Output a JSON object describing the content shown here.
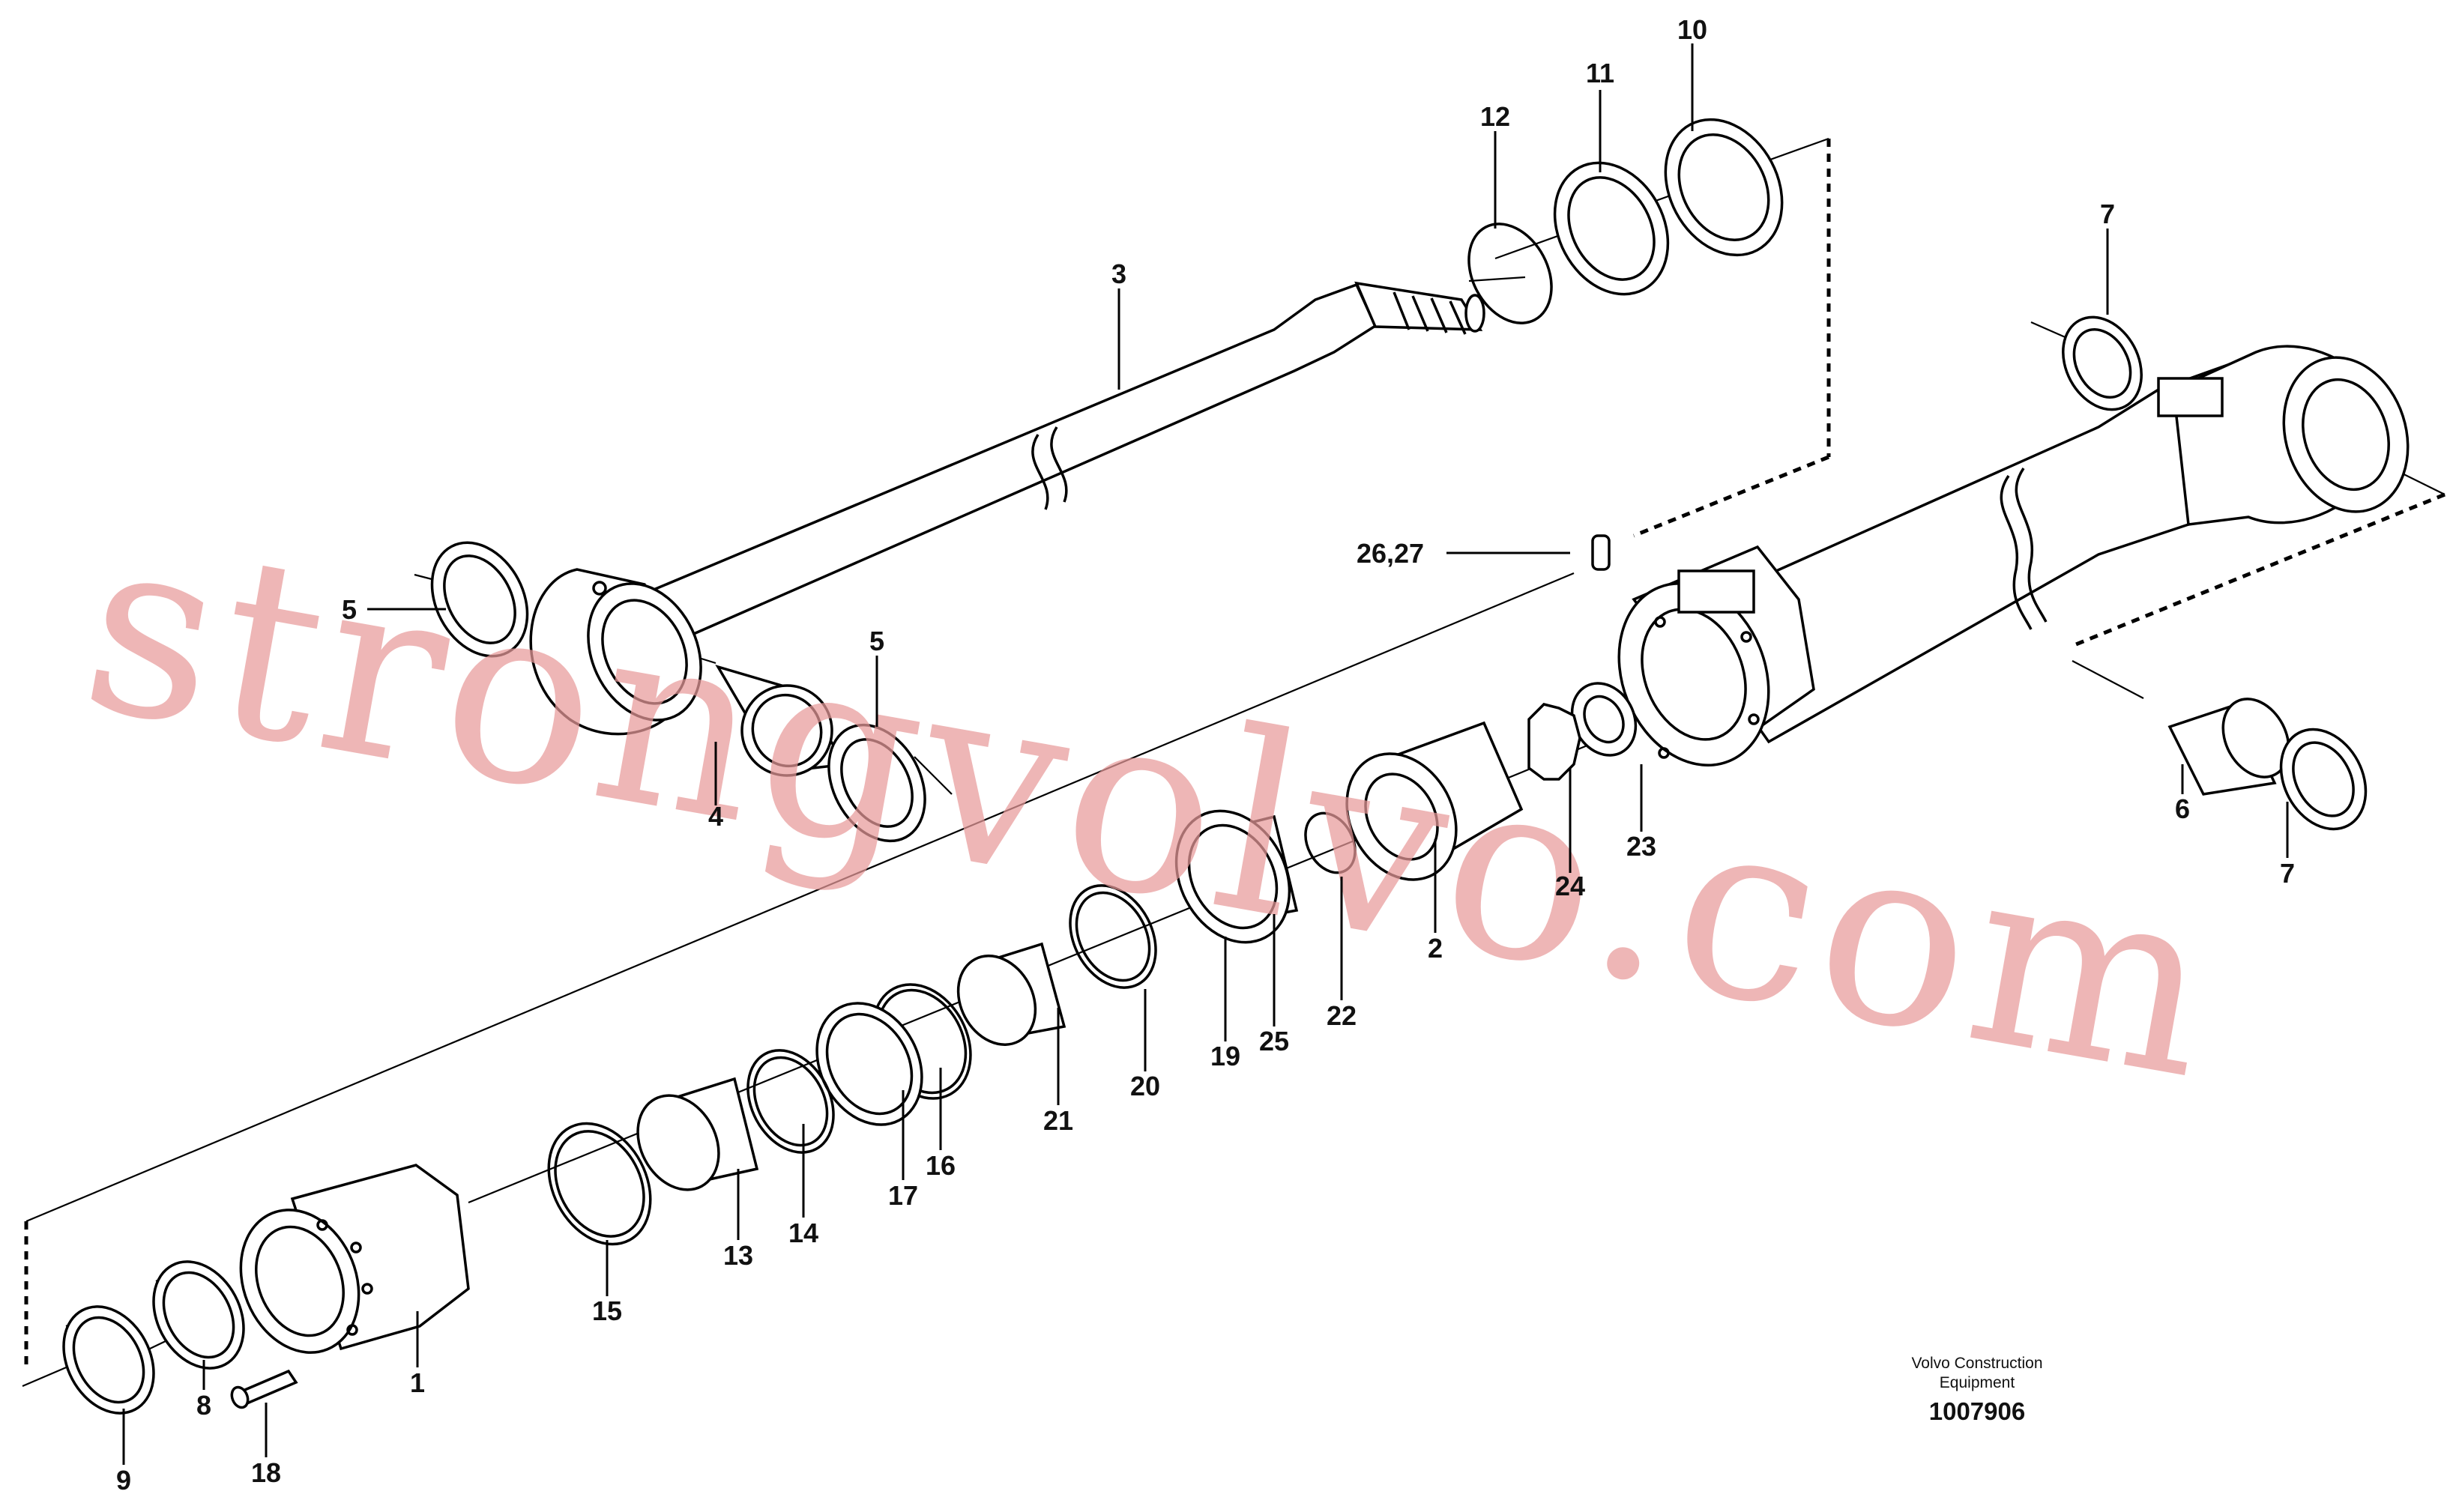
{
  "watermark": "strongvolvo.com",
  "credit": {
    "line1": "Volvo Construction",
    "line2": "Equipment"
  },
  "document_number": "1007906",
  "callouts": [
    {
      "id": "c10",
      "label": "10"
    },
    {
      "id": "c11",
      "label": "11"
    },
    {
      "id": "c12",
      "label": "12"
    },
    {
      "id": "c3",
      "label": "3"
    },
    {
      "id": "c7a",
      "label": "7"
    },
    {
      "id": "c5a",
      "label": "5"
    },
    {
      "id": "c5b",
      "label": "5"
    },
    {
      "id": "c4",
      "label": "4"
    },
    {
      "id": "c2627",
      "label": "26,27"
    },
    {
      "id": "c23",
      "label": "23"
    },
    {
      "id": "c24",
      "label": "24"
    },
    {
      "id": "c6",
      "label": "6"
    },
    {
      "id": "c7b",
      "label": "7"
    },
    {
      "id": "c2",
      "label": "2"
    },
    {
      "id": "c22",
      "label": "22"
    },
    {
      "id": "c25",
      "label": "25"
    },
    {
      "id": "c19",
      "label": "19"
    },
    {
      "id": "c20",
      "label": "20"
    },
    {
      "id": "c21",
      "label": "21"
    },
    {
      "id": "c16",
      "label": "16"
    },
    {
      "id": "c17",
      "label": "17"
    },
    {
      "id": "c14",
      "label": "14"
    },
    {
      "id": "c13",
      "label": "13"
    },
    {
      "id": "c15",
      "label": "15"
    },
    {
      "id": "c1",
      "label": "1"
    },
    {
      "id": "c8",
      "label": "8"
    },
    {
      "id": "c9",
      "label": "9"
    },
    {
      "id": "c18",
      "label": "18"
    }
  ]
}
